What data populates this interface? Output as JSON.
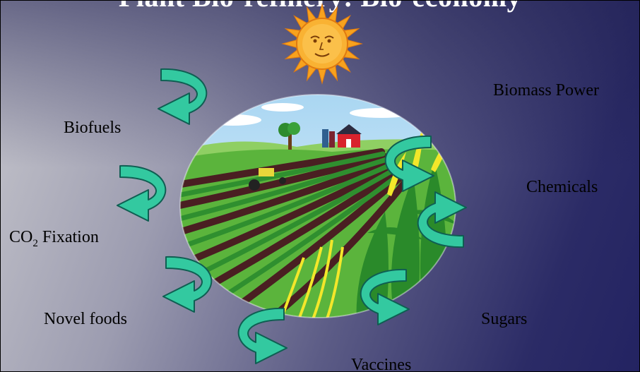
{
  "slide": {
    "title": "Plant Bio-refinery: Bio-economy",
    "labels": {
      "biofuels": "Biofuels",
      "co2_prefix": "CO",
      "co2_sub": "2",
      "co2_suffix": " Fixation",
      "novel_foods": "Novel foods",
      "vaccines": "Vaccines",
      "sugars": "Sugars",
      "chemicals": "Chemicals",
      "biomass_power": "Biomass Power"
    }
  },
  "colors": {
    "arrow_fill": "#33c9a0",
    "arrow_stroke": "#0f5e52",
    "sun": "#f7a21e"
  }
}
